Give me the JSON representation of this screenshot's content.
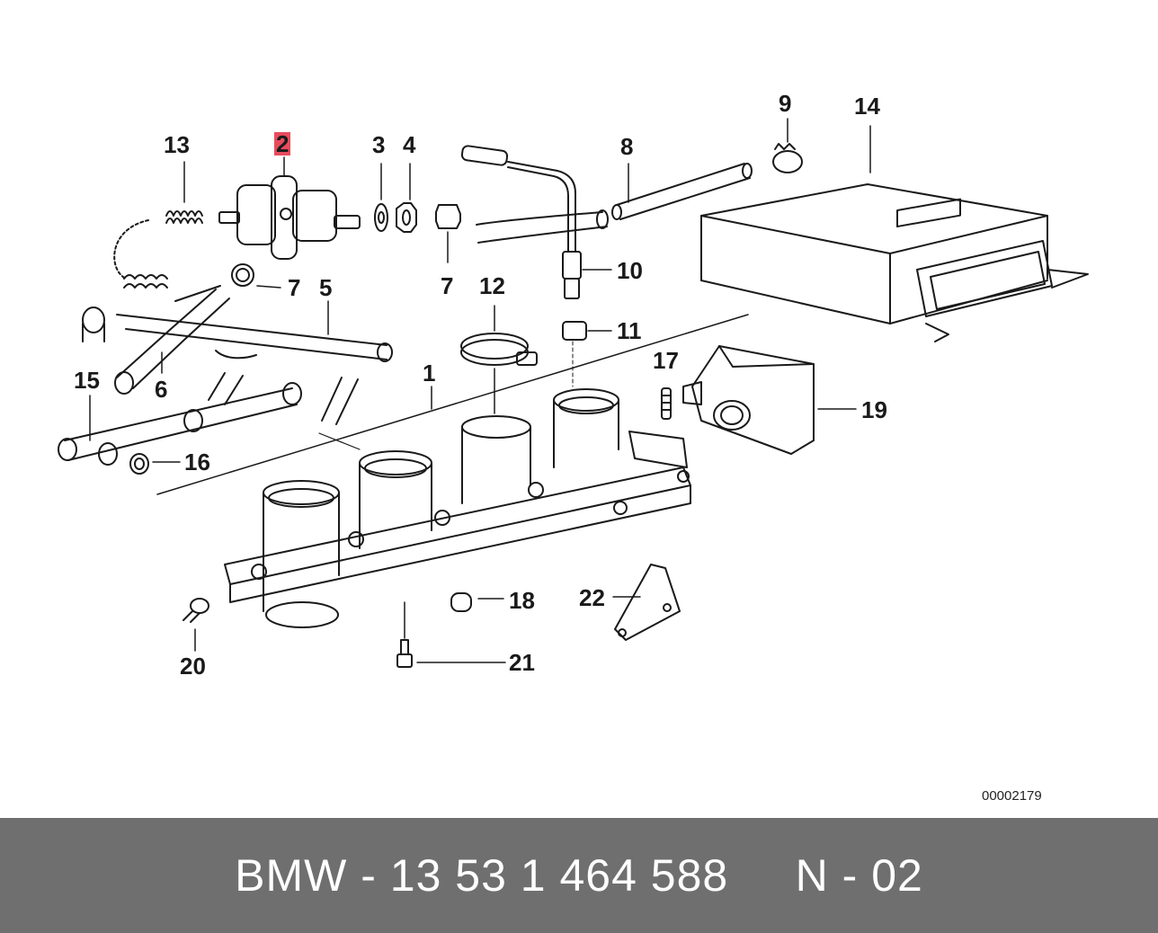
{
  "diagram": {
    "callouts": {
      "c13": "13",
      "c2": "2",
      "c3": "3",
      "c4": "4",
      "c8": "8",
      "c9": "9",
      "c14": "14",
      "c7a": "7",
      "c5": "5",
      "c7b": "7",
      "c12": "12",
      "c10": "10",
      "c11": "11",
      "c15": "15",
      "c6": "6",
      "c1": "1",
      "c17": "17",
      "c19": "19",
      "c16": "16",
      "c18": "18",
      "c22": "22",
      "c20": "20",
      "c21": "21"
    },
    "highlighted_callout": "2",
    "reference_code": "00002179",
    "colors": {
      "line": "#1a1a1a",
      "highlight": "#e74c5e"
    }
  },
  "footer": {
    "text": "BMW - 13 53 1 464 588     N - 02",
    "background": "#6f6f6f"
  }
}
